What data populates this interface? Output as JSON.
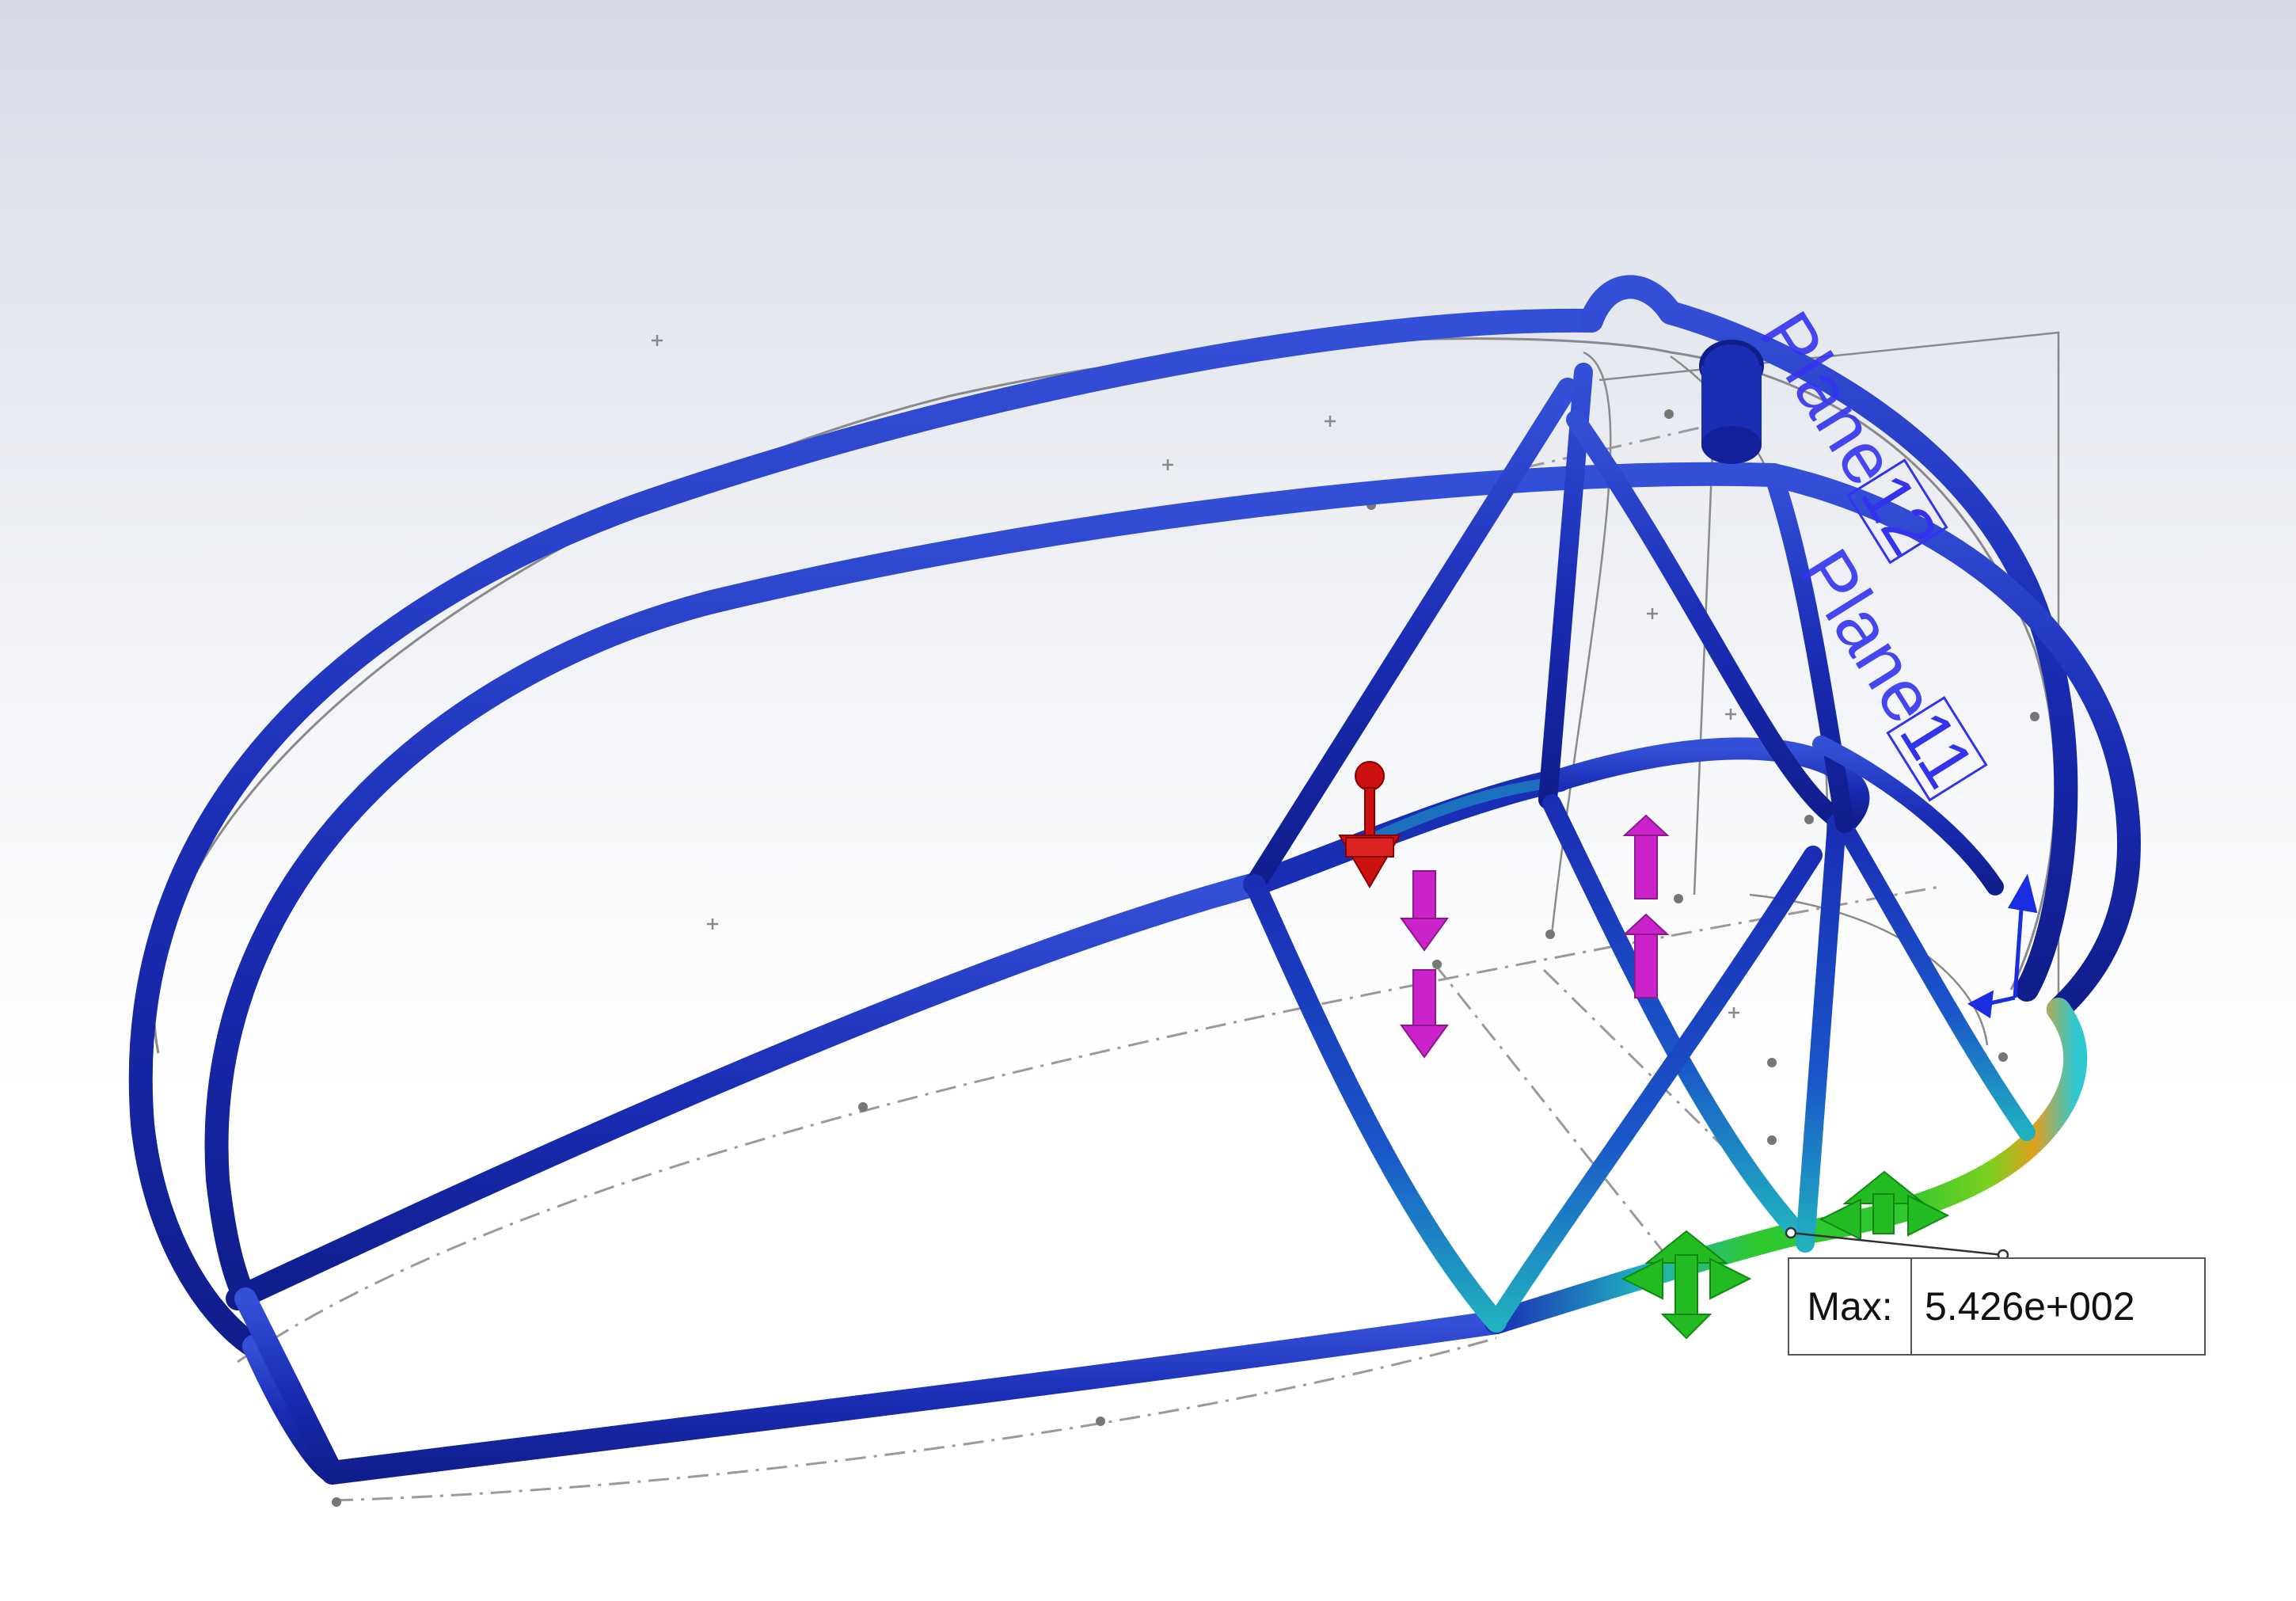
{
  "viewport": {
    "background_top": "#d6dae5",
    "background_bottom": "#ffffff"
  },
  "model": {
    "frame_color": "#1b2fb8",
    "frame_highlight": "#3a5fd8",
    "stress_mid_color": "#20b8c8",
    "stress_high_color": "#2ecc2e",
    "stress_peak_color": "#e8b020"
  },
  "reference_planes": {
    "plane_a": {
      "name": "Plane",
      "index": "12"
    },
    "plane_b": {
      "name": "Plane",
      "index": "11"
    }
  },
  "loads": {
    "remote_load_color": "#cc1111",
    "force_color": "#cc22cc",
    "fixture_color": "#22bb22"
  },
  "result_probe": {
    "label": "Max:",
    "value": "5.426e+002"
  }
}
